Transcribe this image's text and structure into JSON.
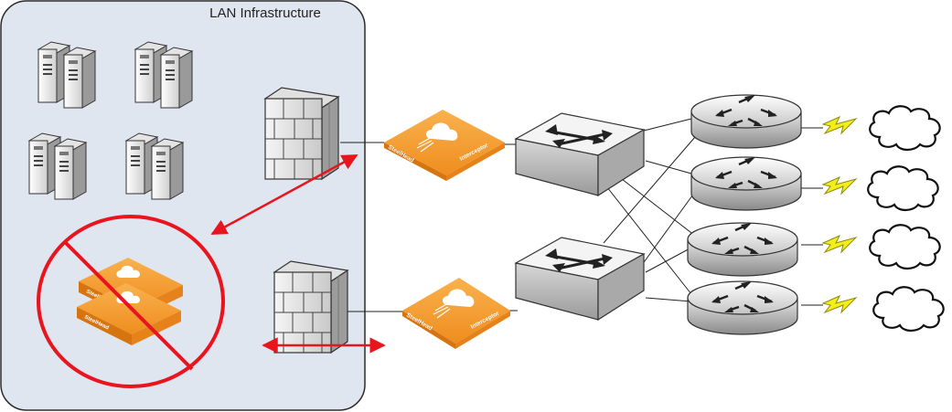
{
  "lan": {
    "title": "LAN Infrastructure"
  },
  "appliances": {
    "steelhead_label": "SteelHead",
    "interceptor_label": "Interceptor"
  },
  "colors": {
    "lan_fill": "#dfe6f0",
    "lan_border": "#2b2b2b",
    "appliance_orange": "#f39a2b",
    "red_arrow": "#e8141e",
    "bolt": "#f2ee1a"
  },
  "icons": [
    "server-icon",
    "firewall-icon",
    "steelhead-appliance-icon",
    "interceptor-appliance-icon",
    "switch-icon",
    "router-icon",
    "lightning-icon",
    "cloud-icon",
    "prohibited-icon"
  ]
}
